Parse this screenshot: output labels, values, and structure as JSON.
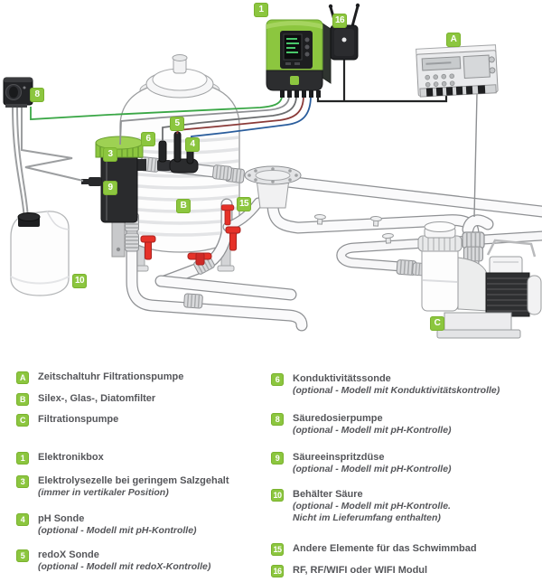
{
  "diagram": {
    "badges": {
      "b1": {
        "label": "1"
      },
      "b16": {
        "label": "16"
      },
      "bA": {
        "label": "A"
      },
      "b8": {
        "label": "8"
      },
      "b3": {
        "label": "3"
      },
      "b6": {
        "label": "6"
      },
      "b5": {
        "label": "5"
      },
      "b4": {
        "label": "4"
      },
      "b9": {
        "label": "9"
      },
      "bB": {
        "label": "B"
      },
      "b15": {
        "label": "15"
      },
      "b10": {
        "label": "10"
      },
      "bC": {
        "label": "C"
      }
    },
    "colors": {
      "badge_green": "#8CC63F",
      "device_green": "#8CC63F",
      "valve_red": "#E63229",
      "wire_green": "#3AA746",
      "wire_red": "#8A3A38",
      "wire_blue": "#2A5D9C",
      "wire_black": "#232425",
      "wire_gray": "#8E9093",
      "legend_text": "#55565A"
    }
  },
  "legend": {
    "left": [
      {
        "id": "A",
        "title": "Zeitschaltuhr Filtrationspumpe"
      },
      {
        "id": "B",
        "title": "Silex-, Glas-, Diatomfilter"
      },
      {
        "id": "C",
        "title": "Filtrationspumpe"
      },
      {
        "id": "1",
        "title": "Elektronikbox"
      },
      {
        "id": "3",
        "title": "Elektrolysezelle bei geringem Salzgehalt",
        "note": "(immer in vertikaler Position)"
      },
      {
        "id": "4",
        "title": "pH Sonde",
        "note": "(optional - Modell mit pH-Kontrolle)"
      },
      {
        "id": "5",
        "title": "redoX Sonde",
        "note": "(optional - Modell mit redoX-Kontrolle)"
      }
    ],
    "right": [
      {
        "id": "6",
        "title": "Konduktivitätssonde",
        "note": "(optional - Modell mit Konduktivitätskontrolle)"
      },
      {
        "id": "8",
        "title": "Säuredosierpumpe",
        "note": "(optional - Modell mit pH-Kontrolle)"
      },
      {
        "id": "9",
        "title": "Säureeinspritzdüse",
        "note": "(optional - Modell mit pH-Kontrolle)"
      },
      {
        "id": "10",
        "title": "Behälter Säure",
        "note": "(optional - Modell mit pH-Kontrolle.",
        "note2": "Nicht im Lieferumfang enthalten)"
      },
      {
        "id": "15",
        "title": "Andere Elemente für das Schwimmbad"
      },
      {
        "id": "16",
        "title": "RF, RF/WIFI oder WIFI Modul"
      }
    ]
  }
}
